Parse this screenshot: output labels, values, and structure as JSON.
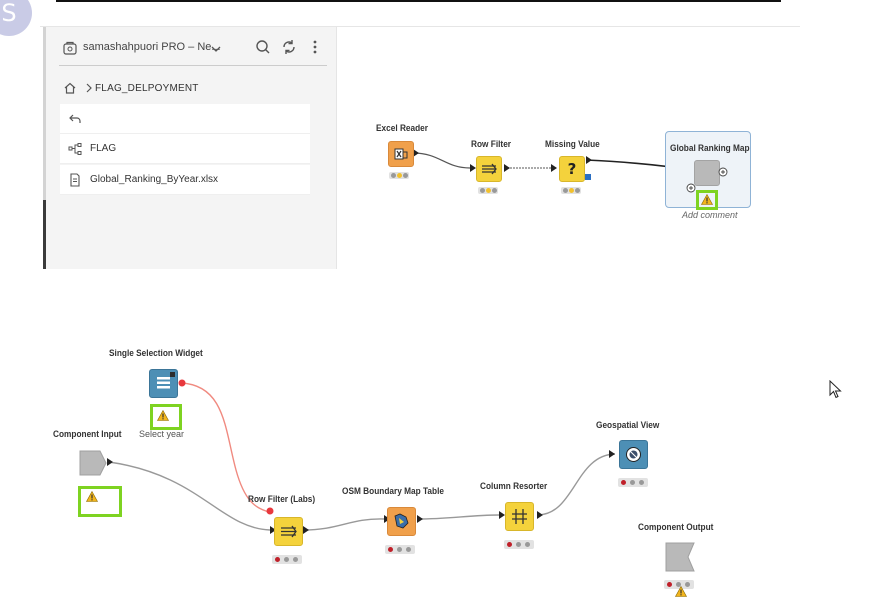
{
  "space_selector": {
    "name": "samashahpuori PRO – Ne...",
    "icon": "space-icon"
  },
  "header_buttons": {
    "search": "search-icon",
    "reload": "reload-icon",
    "menu": "more-vertical-icon"
  },
  "breadcrumb": {
    "home_icon": "home-icon",
    "current": "FLAG_DELPOYMENT"
  },
  "explorer": {
    "back_icon": "back-arrow-icon",
    "items": [
      {
        "label": "FLAG",
        "icon": "workflow-icon"
      },
      {
        "label": "Global_Ranking_ByYear.xlsx",
        "icon": "file-icon"
      }
    ]
  },
  "top_workflow": {
    "nodes": [
      {
        "title": "Excel Reader"
      },
      {
        "title": "Row Filter"
      },
      {
        "title": "Missing Value"
      },
      {
        "title": "Global Ranking Map"
      }
    ],
    "add_comment": "Add comment"
  },
  "component_workflow": {
    "nodes": [
      {
        "title": "Single Selection Widget",
        "comment": "Select year"
      },
      {
        "title": "Component Input"
      },
      {
        "title": "Row Filter (Labs)"
      },
      {
        "title": "OSM Boundary Map Table"
      },
      {
        "title": "Column Resorter"
      },
      {
        "title": "Geospatial View"
      },
      {
        "title": "Component Output"
      }
    ]
  },
  "colors": {
    "highlight": "#7ed321",
    "manipulator": "#f4d23c",
    "source": "#f0a04b",
    "view": "#4d8fb5",
    "status_red": "#c0202a",
    "status_yellow": "#f2c12e"
  },
  "avatar_letter": "S"
}
